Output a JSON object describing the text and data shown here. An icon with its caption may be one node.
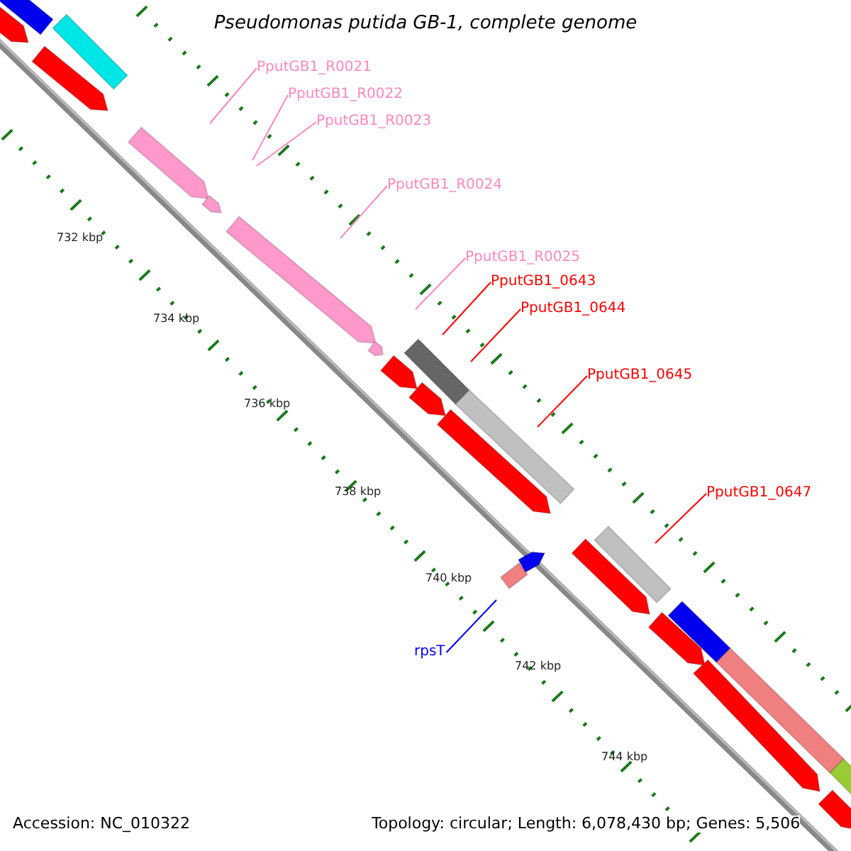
{
  "diagram": {
    "title": "Pseudomonas putida GB-1, complete genome",
    "nodes": [
      {
        "text": [
          "PputGB1_R0021"
        ]
      },
      {
        "text": [
          "PputGB1_R0022"
        ]
      },
      {
        "text": [
          "PputGB1_R0023"
        ]
      },
      {
        "text": [
          "PputGB1_R0024"
        ]
      },
      {
        "text": [
          "PputGB1_R0025"
        ]
      },
      {
        "text": [
          "PputGB1_0643"
        ]
      },
      {
        "text": [
          "PputGB1_0644"
        ]
      },
      {
        "text": [
          "PputGB1_0645"
        ]
      },
      {
        "text": [
          "PputGB1_0647"
        ]
      },
      {
        "text": [
          "rpsT"
        ]
      }
    ],
    "edges": [
      {
        "from": 0,
        "to": null,
        "arrow": "none"
      },
      {
        "from": 1,
        "to": null,
        "arrow": "none"
      },
      {
        "from": 2,
        "to": null,
        "arrow": "none"
      },
      {
        "from": 3,
        "to": null,
        "arrow": "none"
      },
      {
        "from": 4,
        "to": null,
        "arrow": "none"
      },
      {
        "from": 5,
        "to": null,
        "arrow": "none",
        "color": "#ff0000"
      },
      {
        "from": 6,
        "to": null,
        "arrow": "none",
        "color": "#ff0000"
      },
      {
        "from": 7,
        "to": null,
        "arrow": "none",
        "color": "#ff0000"
      },
      {
        "from": 8,
        "to": null,
        "arrow": "none",
        "color": "#ff0000"
      },
      {
        "from": 9,
        "to": null,
        "arrow": "none",
        "color": "#0000ff"
      }
    ],
    "labels": [
      "732 kbp",
      "734 kbp",
      "736 kbp",
      "738 kbp",
      "740 kbp",
      "742 kbp",
      "744 kbp",
      "Accession: NC_010322",
      "Topology: circular; Length: 6,078,430 bp; Genes: 5,506"
    ]
  }
}
